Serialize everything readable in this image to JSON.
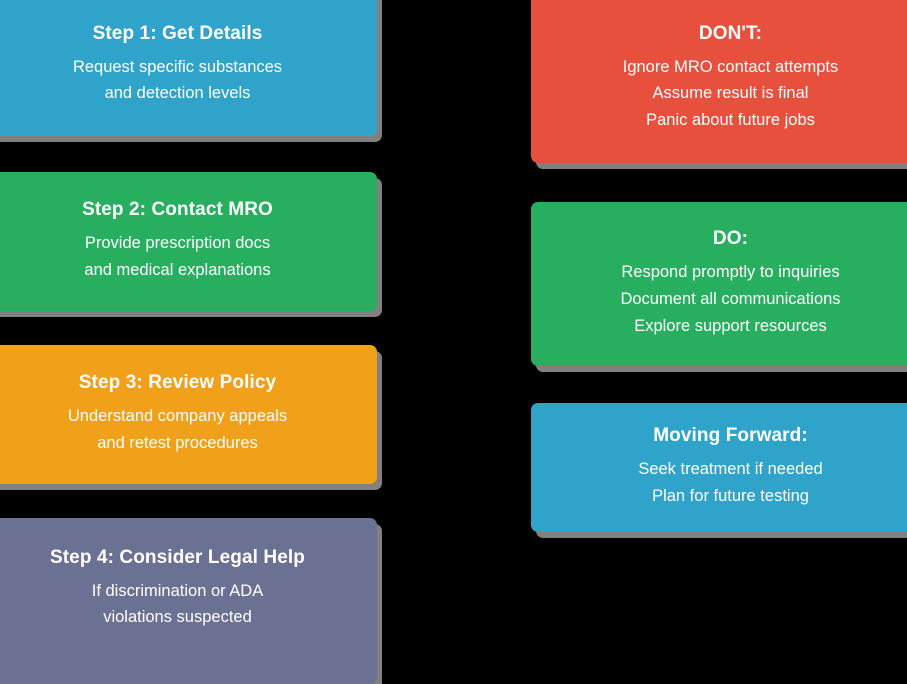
{
  "background_color": "#000000",
  "palette": {
    "blue": "#2fa3ca",
    "green": "#27ae5f",
    "orange": "#f0a019",
    "red": "#e8503e",
    "slate": "#6b7192",
    "text": "#ffffff",
    "shadow": "#808080"
  },
  "left_column": {
    "cards": [
      {
        "id": "step-1",
        "title": "Step 1: Get Details",
        "lines": [
          "Request specific substances",
          "and detection levels"
        ],
        "color": "#2fa3ca"
      },
      {
        "id": "step-2",
        "title": "Step 2: Contact MRO",
        "lines": [
          "Provide prescription docs",
          "and medical explanations"
        ],
        "color": "#27ae5f"
      },
      {
        "id": "step-3",
        "title": "Step 3: Review Policy",
        "lines": [
          "Understand company appeals",
          "and retest procedures"
        ],
        "color": "#f0a019"
      },
      {
        "id": "step-4",
        "title": "Step 4: Consider Legal Help",
        "lines": [
          "If discrimination or ADA",
          "violations suspected"
        ],
        "color": "#6b7192"
      }
    ]
  },
  "right_column": {
    "cards": [
      {
        "id": "dont",
        "title": "DON'T:",
        "lines": [
          "Ignore MRO contact attempts",
          "Assume result is final",
          "Panic about future jobs"
        ],
        "color": "#e8503e"
      },
      {
        "id": "do",
        "title": "DO:",
        "lines": [
          "Respond promptly to inquiries",
          "Document all communications",
          "Explore support resources"
        ],
        "color": "#27ae5f"
      },
      {
        "id": "moving-forward",
        "title": "Moving Forward:",
        "lines": [
          "Seek treatment if needed",
          "Plan for future testing"
        ],
        "color": "#2fa3ca"
      }
    ]
  }
}
